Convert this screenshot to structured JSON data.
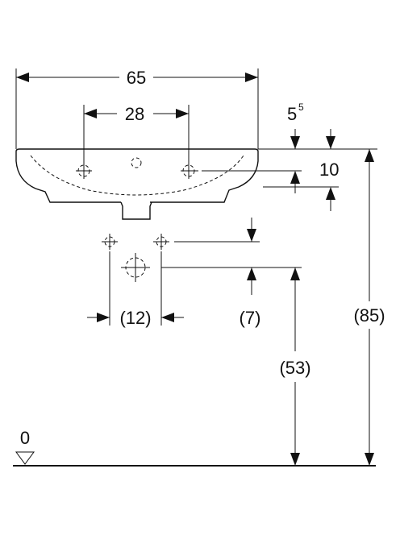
{
  "dimensions": {
    "width_total": "65",
    "tap_hole_spacing": "28",
    "rim_thickness_base": "5",
    "rim_thickness_sup": "5",
    "bowl_offset": "10",
    "waste_spacing": "(12)",
    "waste_offset": "(7)",
    "waste_height": "(53)",
    "rim_height": "(85)",
    "floor_level": "0"
  },
  "colors": {
    "line": "#111111",
    "background": "#ffffff"
  }
}
